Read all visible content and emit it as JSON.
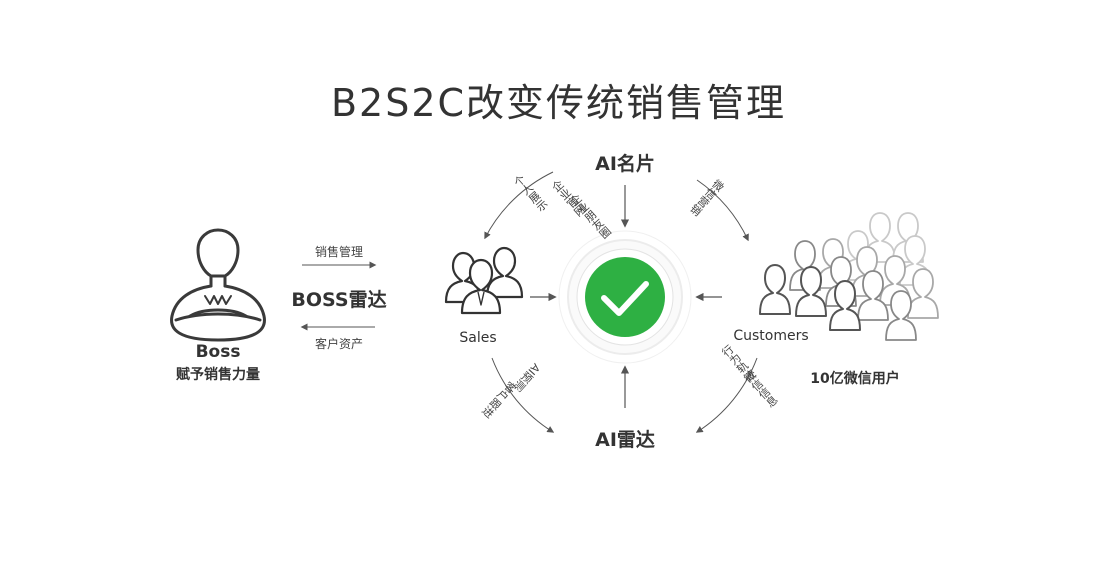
{
  "title": "B2S2C改变传统销售管理",
  "boss": {
    "label": "Boss",
    "subtitle": "赋予销售力量"
  },
  "boss_radar": {
    "label": "BOSS雷达",
    "top_arrow": "销售管理",
    "bottom_arrow": "客户资产"
  },
  "sales": {
    "label": "Sales"
  },
  "customers": {
    "label": "Customers",
    "subtitle": "10亿微信用户"
  },
  "ai_card": {
    "label": "AI名片"
  },
  "ai_radar": {
    "label": "AI雷达"
  },
  "tl_arc": {
    "outer": [
      "个人展示"
    ],
    "inner": [
      "企业官网",
      "企业朋友圈"
    ]
  },
  "tr_arc": {
    "inner": [
      "微信营销"
    ]
  },
  "bl_arc": {
    "inner": [
      "AI预测"
    ],
    "outer": [
      "客户跟进"
    ]
  },
  "br_arc": {
    "outer": [
      "行为轨迹"
    ],
    "inner": [
      "微信信息"
    ]
  },
  "colors": {
    "accent": "#2eb043",
    "text": "#333333",
    "line": "#555555",
    "crowd": "#9a9a9a"
  },
  "icons": {
    "center": "check-icon",
    "boss": "person-arms-crossed-icon",
    "sales": "sales-group-icon",
    "customers": "crowd-icon"
  }
}
